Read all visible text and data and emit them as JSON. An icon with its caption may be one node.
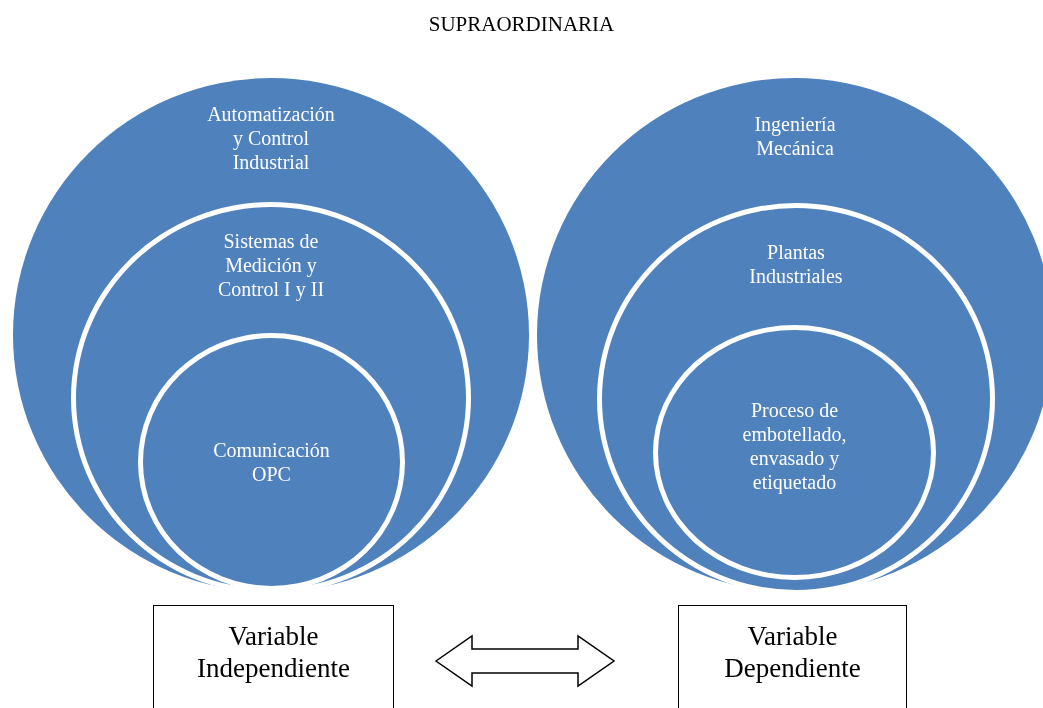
{
  "diagram": {
    "title": "SUPRAORDINARIA",
    "nodes": [
      {
        "text": [
          "Automatización y Control Industrial"
        ]
      },
      {
        "text": [
          "Sistemas de Medición y Control I y II"
        ],
        "in": 0
      },
      {
        "text": [
          "Comunicación OPC"
        ],
        "in": 1
      },
      {
        "text": [
          "Ingeniería Mecánica"
        ]
      },
      {
        "text": [
          "Plantas Industriales"
        ],
        "in": 3
      },
      {
        "text": [
          "Proceso de embotellado, envasado y etiquetado"
        ],
        "in": 4
      },
      {
        "text": [
          "Variable Independiente"
        ]
      },
      {
        "text": [
          "Variable Dependiente"
        ]
      }
    ],
    "edges": [
      {
        "from": 6,
        "to": 7,
        "arrow": "both"
      }
    ]
  }
}
